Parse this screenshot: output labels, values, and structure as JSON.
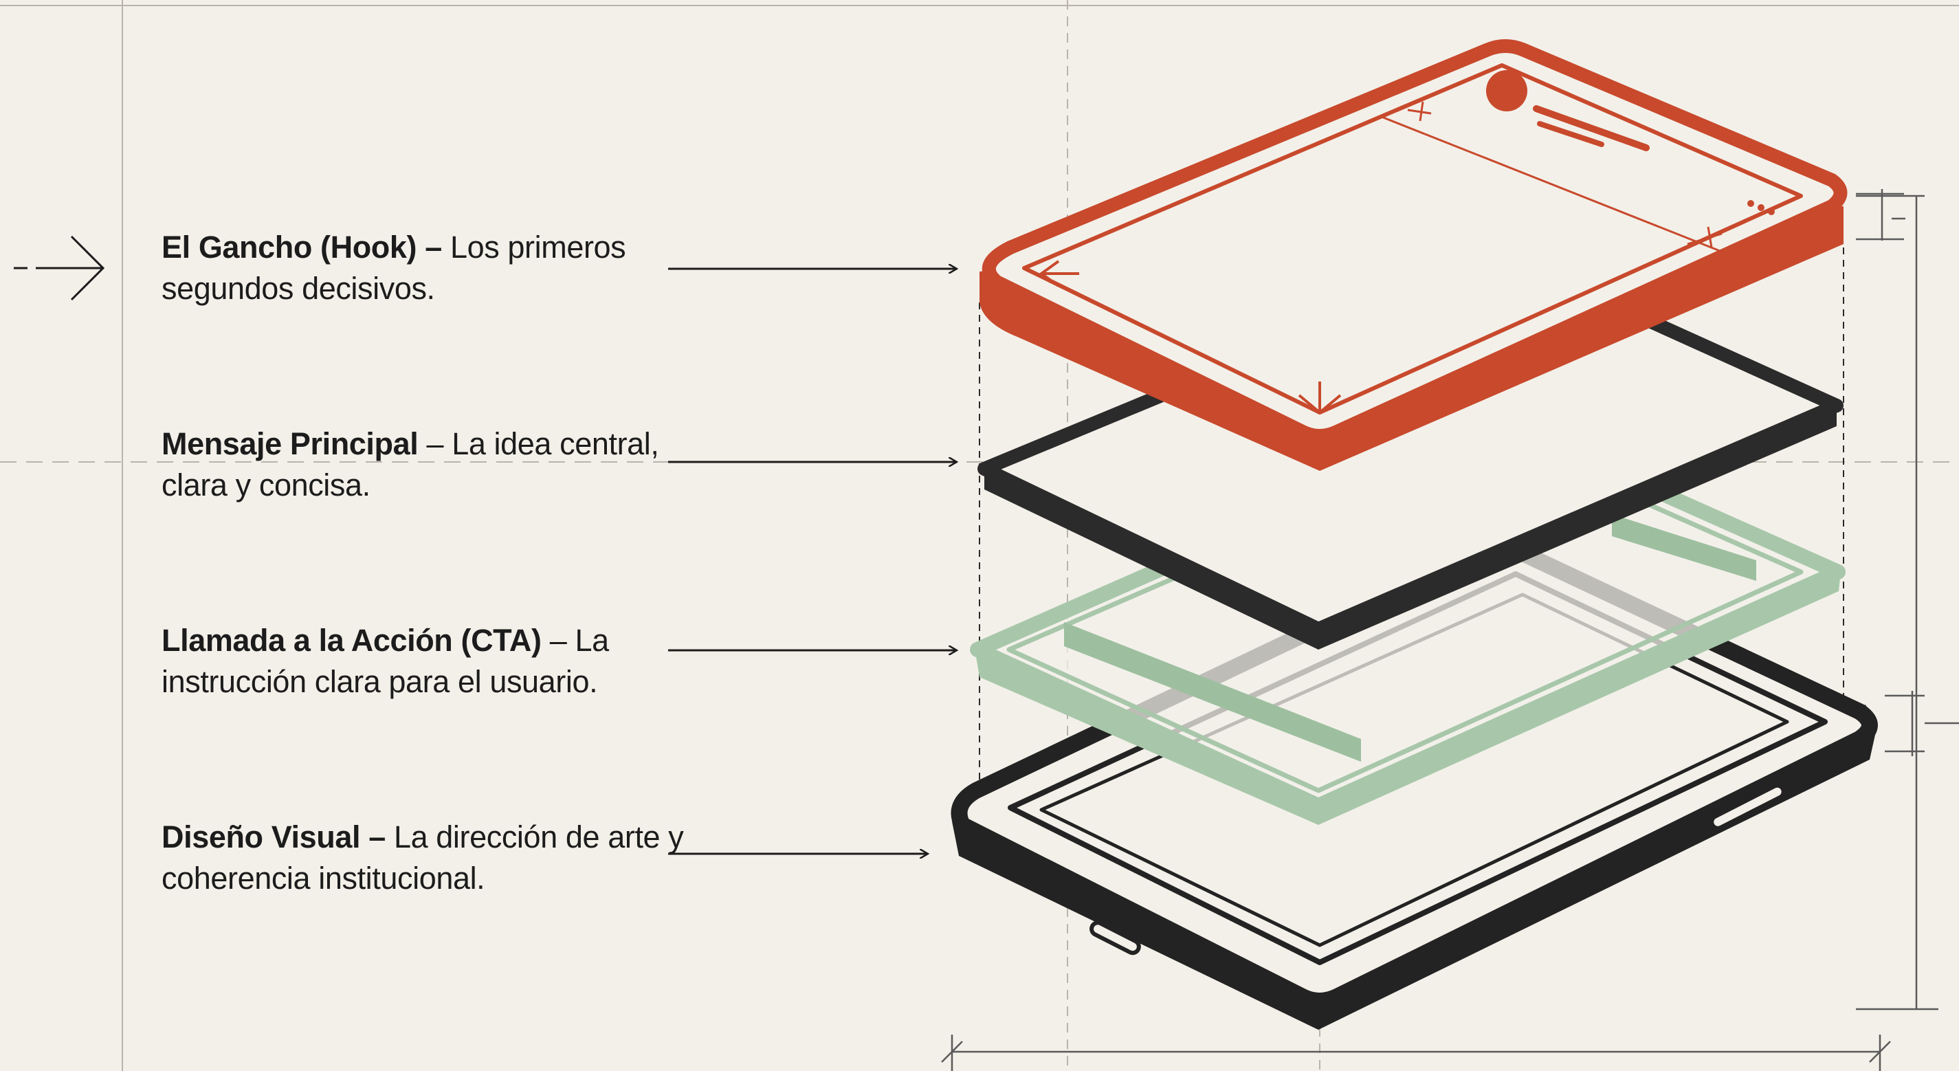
{
  "layers": [
    {
      "id": "hook",
      "title": "El Gancho (Hook)",
      "description": "Los primeros segundos decisivos.",
      "color": "#c8492c"
    },
    {
      "id": "mensaje",
      "title": "Mensaje Principal",
      "description": "La idea central, clara y concisa.",
      "color": "#2b2b2b"
    },
    {
      "id": "cta",
      "title": "Llamada a la Acción (CTA)",
      "description": "La instrucción clara para el usuario.",
      "color": "#9dbf9f"
    },
    {
      "id": "diseno",
      "title": "Diseño Visual",
      "description": "La dirección de arte y coherencia institucional.",
      "color": "#232323"
    }
  ],
  "separator": "–",
  "colors": {
    "background": "#f3f0e9",
    "guide": "#b8b4ac",
    "ink": "#1c1c1c"
  }
}
